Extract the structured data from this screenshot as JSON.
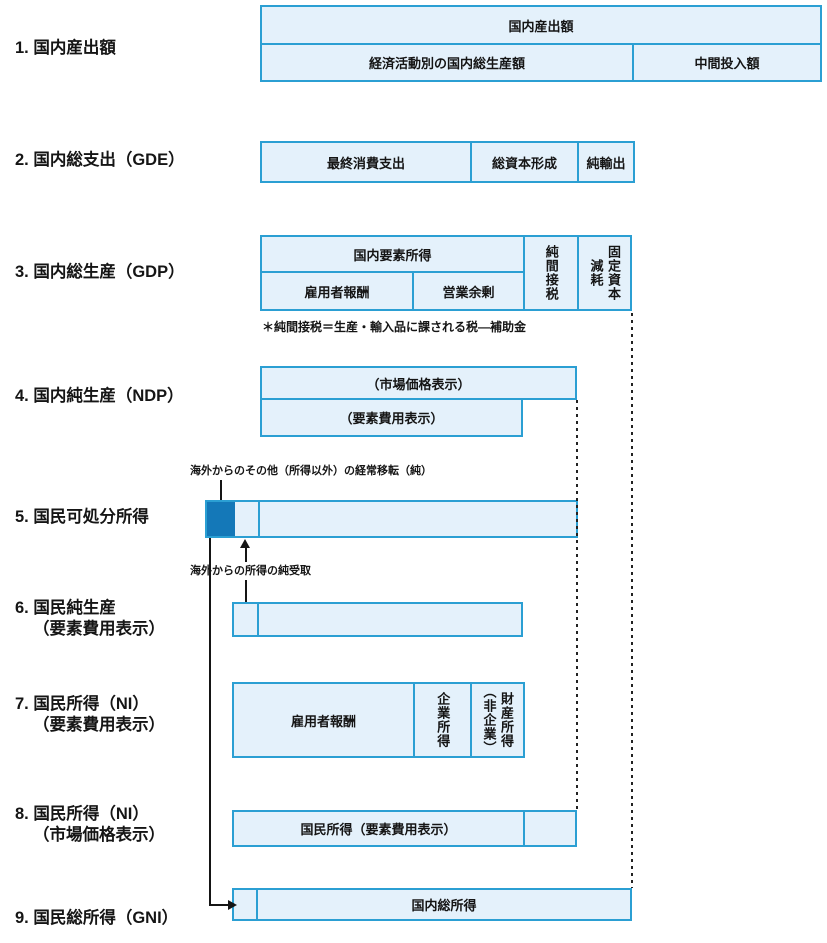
{
  "colors": {
    "box_border": "#2b9fd3",
    "box_fill": "#e4f1fb",
    "dark_fill": "#1478b8",
    "line_color": "#151515"
  },
  "rows": [
    {
      "label": "1. 国内産出額"
    },
    {
      "label": "2. 国内総支出（GDE）"
    },
    {
      "label": "3. 国内総生産（GDP）"
    },
    {
      "label": "4. 国内純生産（NDP）"
    },
    {
      "label": "5. 国民可処分所得"
    },
    {
      "label": "6. 国民純生産",
      "label2": "（要素費用表示）"
    },
    {
      "label": "7. 国民所得（NI）",
      "label2": "（要素費用表示）"
    },
    {
      "label": "8. 国民所得（NI）",
      "label2": "（市場価格表示）"
    },
    {
      "label": "9. 国民総所得（GNI）"
    }
  ],
  "row1": {
    "top": "国内産出額",
    "bottom_left": "経済活動別の国内総生産額",
    "bottom_right": "中間投入額"
  },
  "row2": {
    "cells": [
      "最終消費支出",
      "総資本形成",
      "純輸出"
    ]
  },
  "row3": {
    "top": "国内要素所得",
    "bottom_cells": [
      "雇用者報酬",
      "営業余剰"
    ],
    "net_indirect_tax": "純間接税",
    "depreciation": "固定資本\n減耗",
    "note": "＊純間接税＝生産・輸入品に課される税―補助金"
  },
  "row4": {
    "market": "（市場価格表示）",
    "factor": "（要素費用表示）"
  },
  "row5": {
    "annotation_top": "海外からのその他（所得以外）の経常移転（純）",
    "annotation_bottom": "海外からの所得の純受取"
  },
  "row7": {
    "cells": [
      "雇用者報酬",
      "企業所得",
      "財産所得\n（非企業）"
    ]
  },
  "row8": {
    "main": "国民所得（要素費用表示）"
  },
  "row9": {
    "main": "国内総所得"
  }
}
